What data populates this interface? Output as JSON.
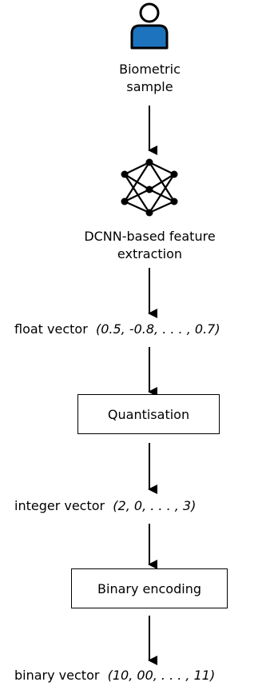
{
  "input": {
    "label_line1": "Biometric",
    "label_line2": "sample"
  },
  "dcnn": {
    "label_line1": "DCNN-based feature",
    "label_line2": "extraction"
  },
  "float_vector": {
    "label": "float vector",
    "value": "(0.5, -0.8, . . . , 0.7)"
  },
  "quantisation": {
    "label": "Quantisation"
  },
  "integer_vector": {
    "label": "integer vector",
    "value": "(2, 0, . . . , 3)"
  },
  "binary_encoding": {
    "label": "Binary encoding"
  },
  "binary_vector": {
    "label": "binary vector",
    "value": "(10, 00, . . . , 11)"
  },
  "colors": {
    "person_icon_fill": "#1e73be",
    "stroke": "#000000"
  }
}
